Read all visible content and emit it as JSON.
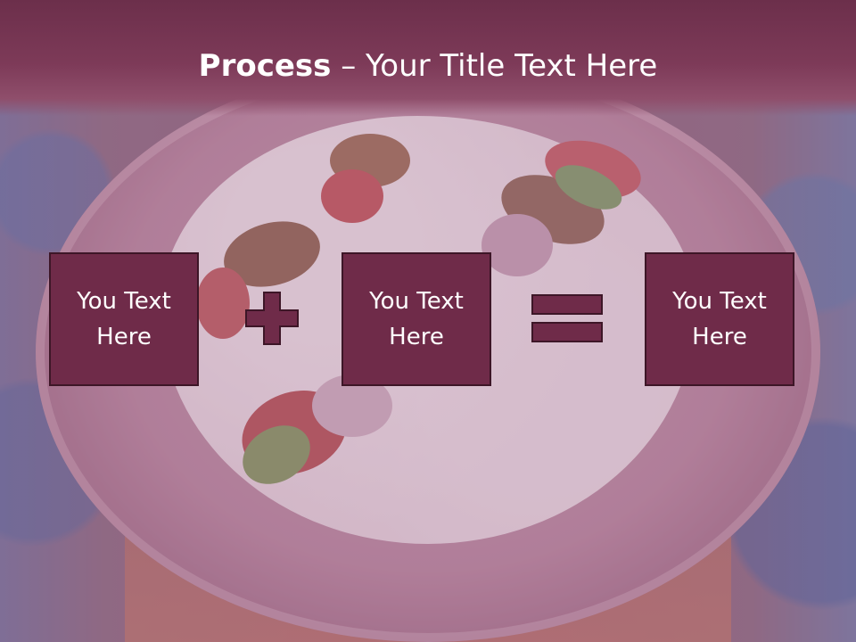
{
  "slide": {
    "title_bold": "Process",
    "title_separator": " – ",
    "title_rest": "Your Title Text Here"
  },
  "process": {
    "boxes": [
      {
        "label": "You Text Here"
      },
      {
        "label": "You Text Here"
      },
      {
        "label": "You Text Here"
      }
    ],
    "operators": [
      "plus-icon",
      "equals-icon"
    ]
  },
  "colors": {
    "accent": "#6f2b49",
    "header": "#7d3a58",
    "text": "#ffffff"
  }
}
